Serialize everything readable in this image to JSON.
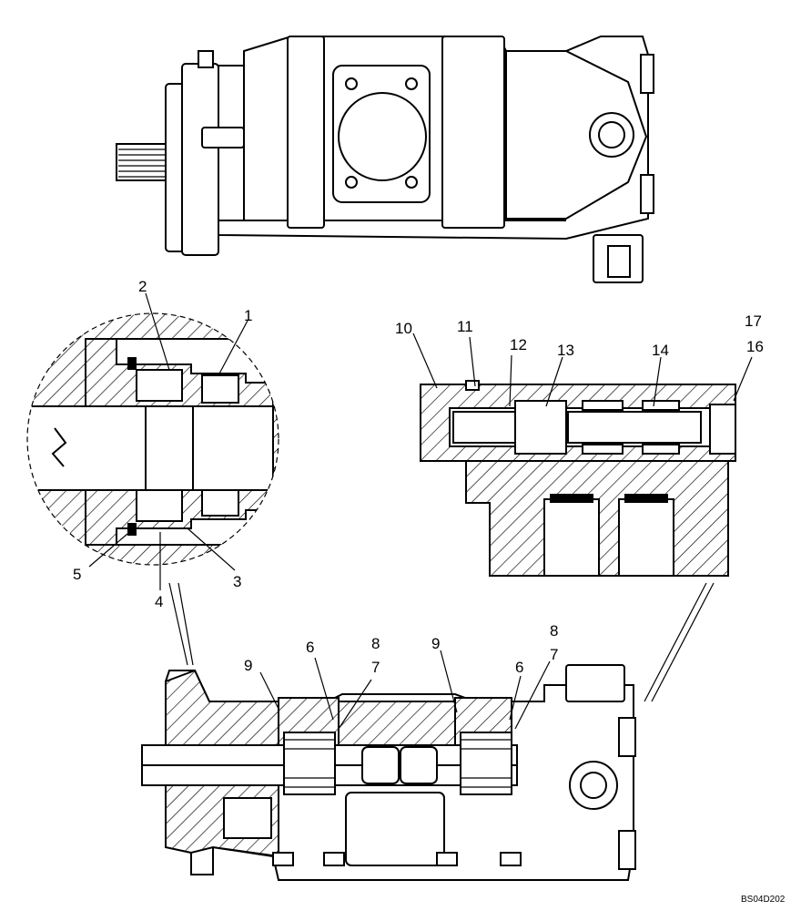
{
  "drawing_ref": "BS04D202",
  "callouts": {
    "c1": "1",
    "c2": "2",
    "c3": "3",
    "c4": "4",
    "c5": "5",
    "c6a": "6",
    "c6b": "6",
    "c7a": "7",
    "c7b": "7",
    "c8a": "8",
    "c8b": "8",
    "c9a": "9",
    "c9b": "9",
    "c10": "10",
    "c11": "11",
    "c12": "12",
    "c13": "13",
    "c14": "14",
    "c16": "16",
    "c17": "17"
  }
}
